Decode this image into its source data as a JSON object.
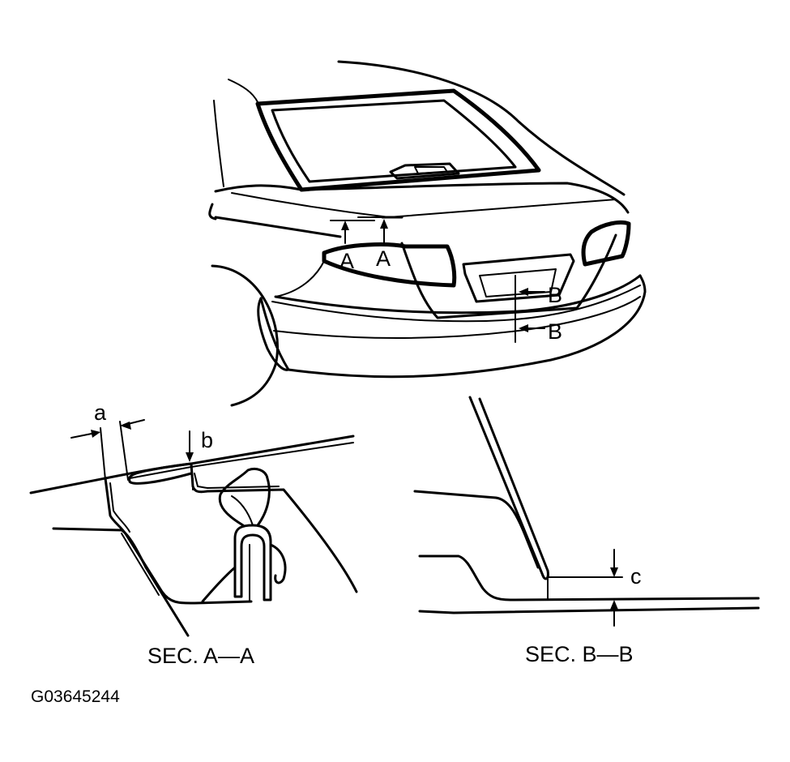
{
  "colors": {
    "ink": "#000000",
    "paper": "#ffffff"
  },
  "labels": {
    "view_a_left": "A",
    "view_a_right": "A",
    "view_b_upper": "B",
    "view_b_lower": "B",
    "dim_a": "a",
    "dim_b": "b",
    "dim_c": "c"
  },
  "captions": {
    "section_a": "SEC. A—A",
    "section_b": "SEC. B—B"
  },
  "figure_id": "G03645244"
}
